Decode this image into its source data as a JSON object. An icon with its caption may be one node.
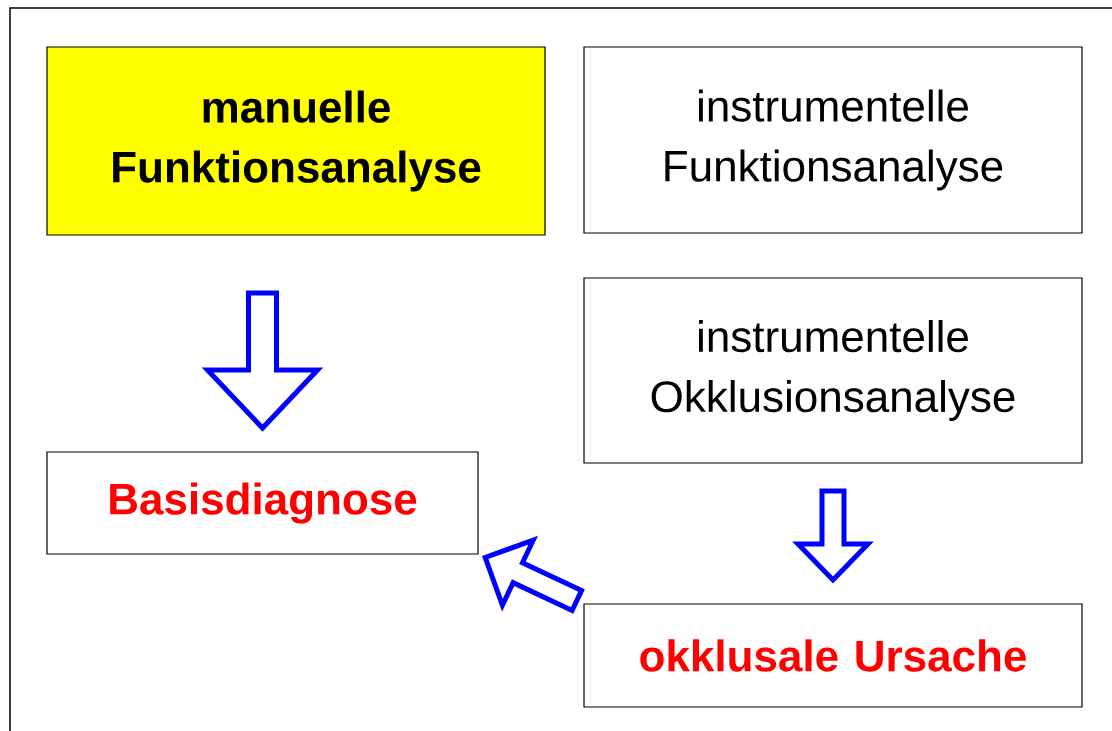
{
  "diagram": {
    "nodes": [
      {
        "text": [
          "manuelle Funktionsanalyse"
        ]
      },
      {
        "text": [
          "instrumentelle Funktionsanalyse"
        ]
      },
      {
        "text": [
          "instrumentelle Okklusionsanalyse"
        ]
      },
      {
        "text": [
          "Basisdiagnose"
        ]
      },
      {
        "text": [
          "okklusale Ursache"
        ]
      }
    ],
    "edges": [
      {
        "from": 0,
        "to": 3,
        "arrow": "to"
      },
      {
        "from": 2,
        "to": 4,
        "arrow": "to"
      },
      {
        "from": 4,
        "to": 3,
        "arrow": "to"
      }
    ]
  }
}
